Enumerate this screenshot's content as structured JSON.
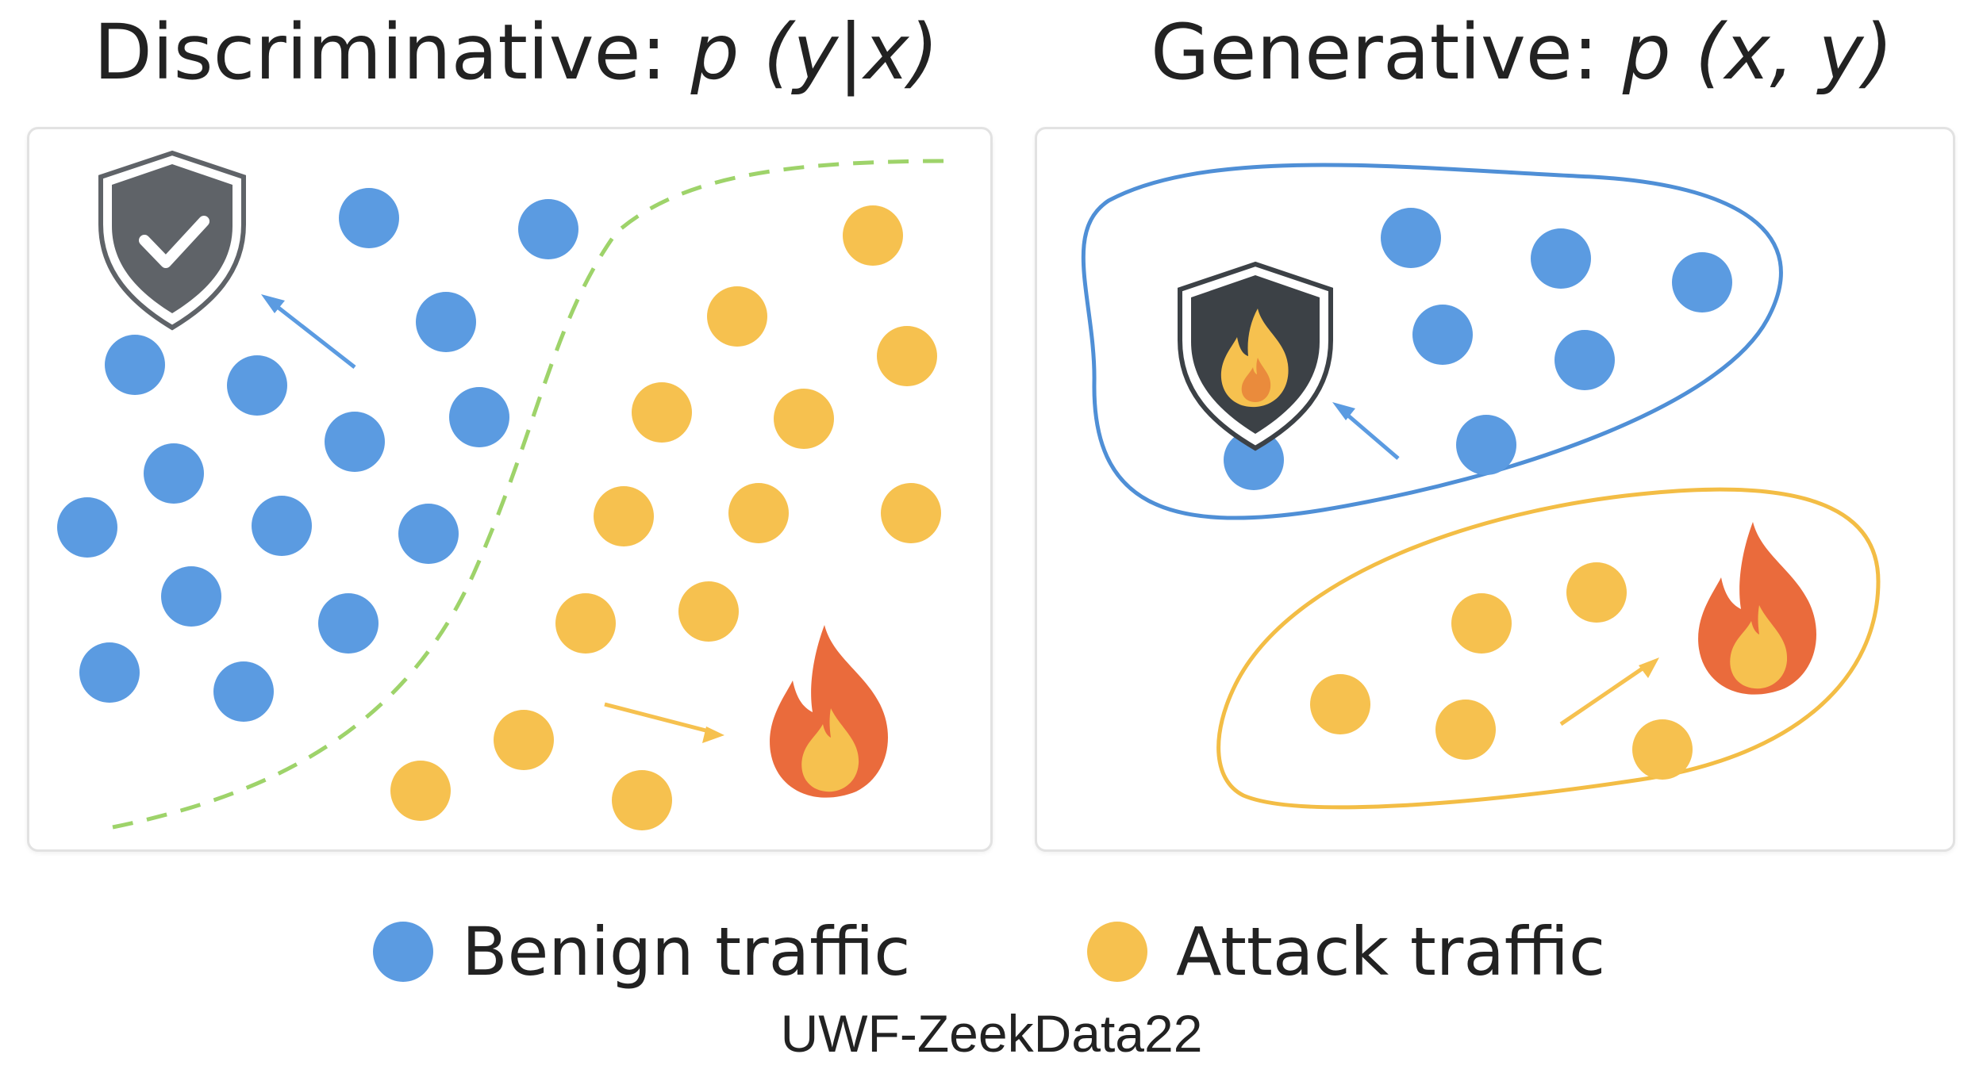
{
  "titles": {
    "left": {
      "prefix": "Discriminative: ",
      "math": "p (y|x)"
    },
    "right": {
      "prefix": "Generative: ",
      "math": "p (x, y)"
    }
  },
  "legend": {
    "benign_label": "Benign traffic",
    "attack_label": "Attack traffic"
  },
  "caption": "UWF-ZeekData22",
  "colors": {
    "benign": "#5b9be1",
    "attack": "#f6c14f",
    "boundary": "#9ed36a",
    "shield": "#5f6368",
    "fire_outer": "#ea6b3c",
    "fire_inner": "#f6c14f"
  },
  "icons": {
    "left_shield": "shield-check-icon",
    "left_fire": "fire-icon",
    "right_shield": "shield-fire-icon",
    "right_fire": "fire-icon"
  }
}
